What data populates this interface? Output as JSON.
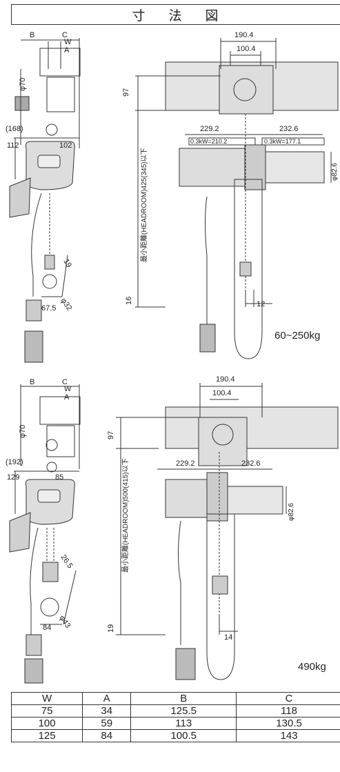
{
  "header": {
    "title": "寸 法 図"
  },
  "drawing1": {
    "side": {
      "B": "B",
      "C": "C",
      "W": "W",
      "A": "A",
      "phi70": "φ70",
      "d168": "(168)",
      "d112": "112",
      "d102": "102",
      "d19": "19",
      "d675": "67.5",
      "phi32": "φ32"
    },
    "front": {
      "d1904": "190.4",
      "d1004": "100.4",
      "d97": "97",
      "headroom": "最小距離(HEADROOM)425(345)以下",
      "d2292": "229.2",
      "d2326": "232.6",
      "kw1": "0.3kW=210.2",
      "kw2": "0.3kW=177.1",
      "phi826": "φ82.6",
      "d16": "16",
      "d12": "12"
    },
    "capacity": "60~250kg"
  },
  "drawing2": {
    "side": {
      "B": "B",
      "C": "C",
      "W": "W",
      "A": "A",
      "phi70": "φ70",
      "d192": "(192)",
      "d129": "129",
      "d85": "85",
      "d265": "26.5",
      "d84": "84",
      "phi43": "φ43"
    },
    "front": {
      "d1904": "190.4",
      "d1004": "100.4",
      "d97": "97",
      "headroom": "最小距離(HEADROOM)500(415)以下",
      "d2292": "229.2",
      "d2326": "232.6",
      "phi826": "φ82.6",
      "d19": "19",
      "d14": "14"
    },
    "capacity": "490kg"
  },
  "table": {
    "headers": [
      "W",
      "A",
      "B",
      "C"
    ],
    "rows": [
      [
        "75",
        "34",
        "125.5",
        "118"
      ],
      [
        "100",
        "59",
        "113",
        "130.5"
      ],
      [
        "125",
        "84",
        "100.5",
        "143"
      ]
    ]
  }
}
